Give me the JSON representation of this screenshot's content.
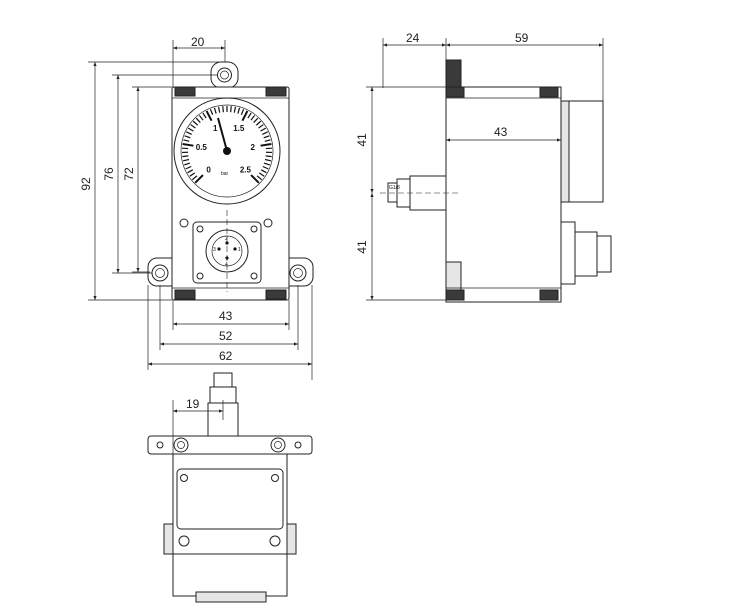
{
  "dimensions": {
    "front_top_width": "20",
    "front_height_92": "92",
    "front_height_76": "76",
    "front_height_72": "72",
    "front_width_43": "43",
    "front_width_52": "52",
    "front_width_62": "62",
    "side_width_24": "24",
    "side_width_59": "59",
    "side_inner_43": "43",
    "side_height_upper": "41",
    "side_height_lower": "41",
    "bottom_offset": "19"
  },
  "gauge": {
    "scale_labels": [
      "0",
      "0.5",
      "1",
      "1.5",
      "2",
      "2.5"
    ],
    "unit_label": "bar"
  },
  "connector_labels": [
    "3",
    "2",
    "1",
    "4"
  ]
}
